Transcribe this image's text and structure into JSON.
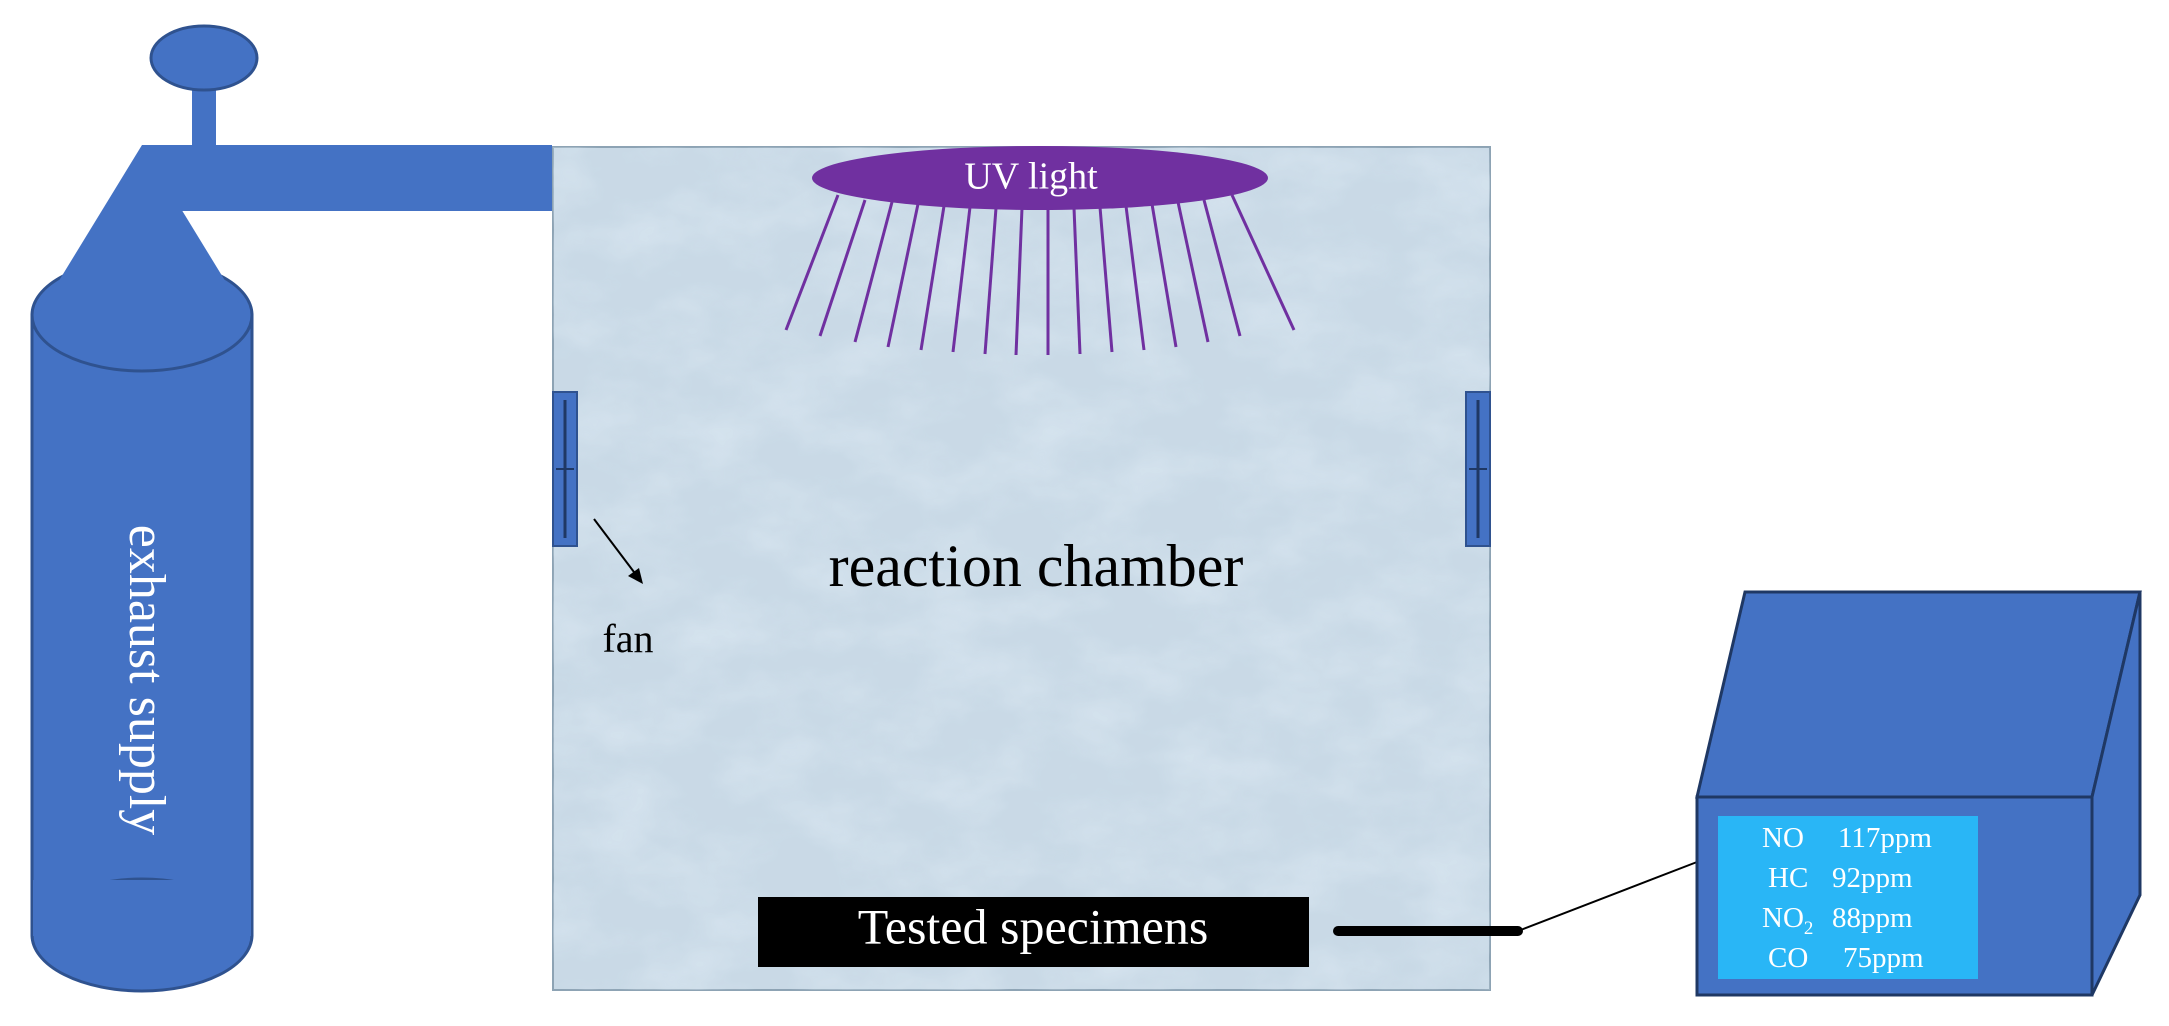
{
  "diagram": {
    "cylinder_label": "exhaust supply",
    "chamber_label": "reaction chamber",
    "uv_label": "UV light",
    "fan_label": "fan",
    "specimen_label": "Tested specimens",
    "readings": [
      {
        "gas": "NO",
        "sub": "",
        "value": "117ppm"
      },
      {
        "gas": "HC",
        "sub": "",
        "value": "92ppm"
      },
      {
        "gas": "NO",
        "sub": "2",
        "value": "88ppm"
      },
      {
        "gas": "CO",
        "sub": "",
        "value": "75ppm"
      }
    ]
  },
  "colors": {
    "equipment_blue": "#4472c4",
    "equipment_stroke": "#2f528f",
    "uv_purple": "#7030a0",
    "chamber_fill": "#c9d9e6",
    "screen_cyan": "#29b6f6",
    "specimen_black": "#000000"
  }
}
